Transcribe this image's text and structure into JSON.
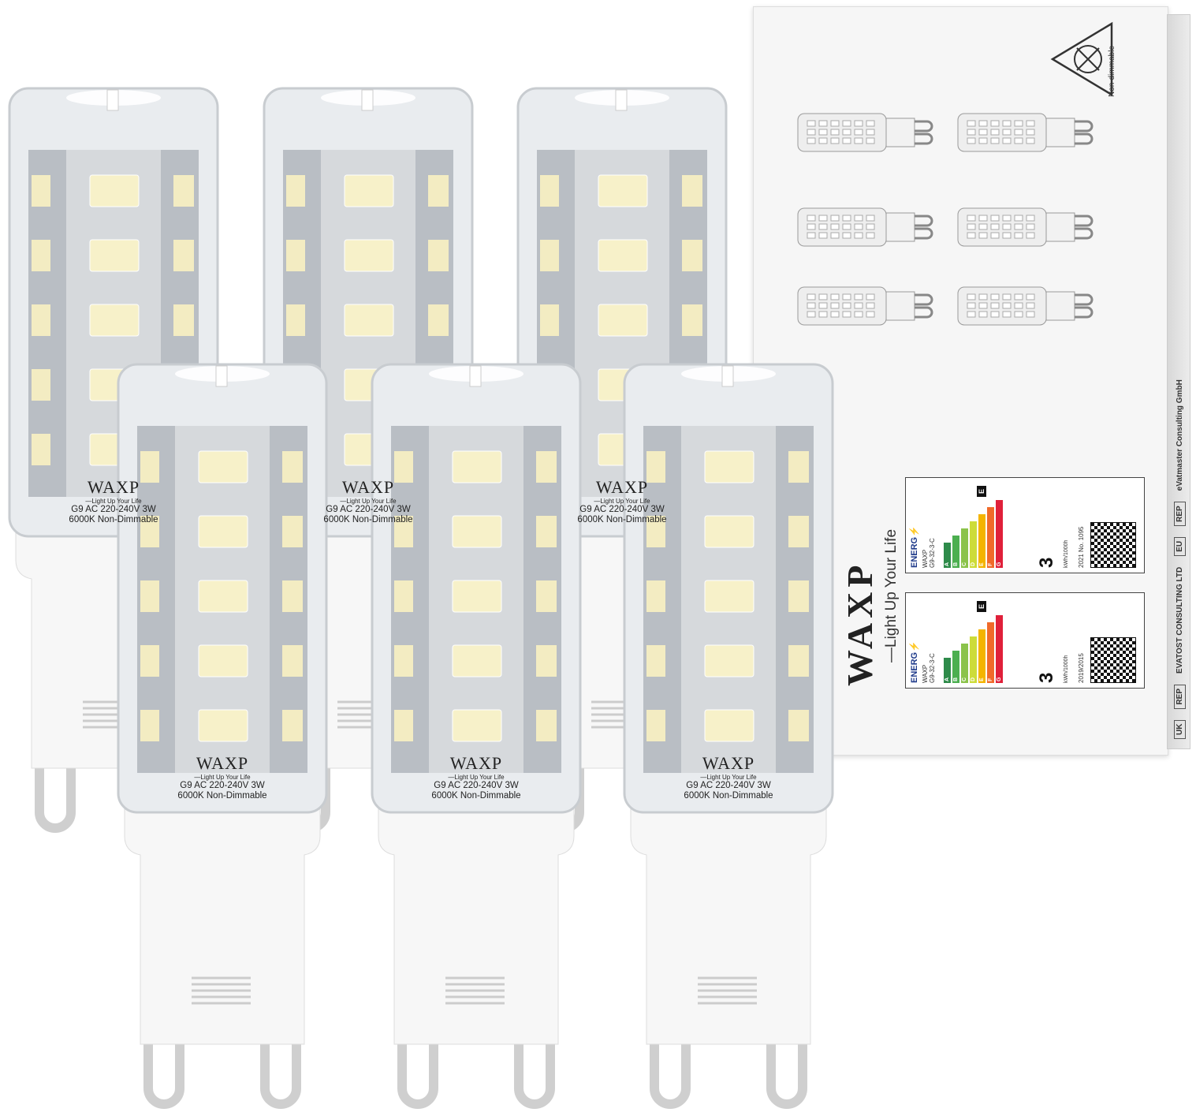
{
  "box": {
    "non_dimmable": "Non-dimmable",
    "tagline": "—Light Up Your Life",
    "logo": "WAXP",
    "side": [
      "UK",
      "REP",
      "EU",
      "REP",
      "EVATOST CONSULTING LTD",
      "eVatmaster Consulting GmbH"
    ],
    "labels": [
      {
        "flag": "uk",
        "energy": "ENERG",
        "brand": "WAXP",
        "model": "G9-32-3-C",
        "regulation": "2021 No. 1095",
        "class": "E",
        "kwh": "3",
        "unit": "kWh/1000h"
      },
      {
        "flag": "eu",
        "energy": "ENERG",
        "brand": "WAXP",
        "model": "G9-32-3-C",
        "regulation": "2019/2015",
        "class": "E",
        "kwh": "3",
        "unit": "kWh/1000h"
      }
    ],
    "scale_classes": [
      "A",
      "B",
      "C",
      "D",
      "E",
      "F",
      "G"
    ],
    "scale_colors": [
      "#2e8b4a",
      "#4caf50",
      "#8bc34a",
      "#cddc39",
      "#f4b400",
      "#f06a2a",
      "#e0203a"
    ]
  },
  "bulb": {
    "brand": "WAXP",
    "tagline": "—Light Up Your Life",
    "spec_line1": "G9 AC 220-240V 3W",
    "spec_line2": "6000K Non-Dimmable",
    "count": 6
  }
}
